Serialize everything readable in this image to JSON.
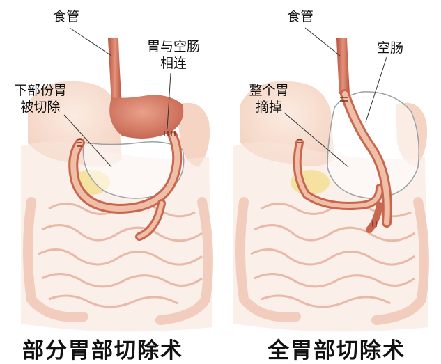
{
  "left_panel": {
    "title": "部分胃部切除术",
    "labels": {
      "esophagus": "食管",
      "anastomosis_line1": "胃与空肠",
      "anastomosis_line2": "相连",
      "resected_line1": "下部份胃",
      "resected_line2": "被切除"
    }
  },
  "right_panel": {
    "title": "全胃部切除术",
    "labels": {
      "esophagus": "食管",
      "jejunum": "空肠",
      "removed_line1": "整个胃",
      "removed_line2": "摘掉"
    }
  },
  "colors": {
    "organ_pink": "#f0bfa8",
    "organ_dark": "#c9664f",
    "intestine_fill": "#fbe3d9",
    "intestine_stroke": "#e9b8a6",
    "fat_yellow": "#f3de93",
    "outline_grey": "#9aa1a5",
    "liver_beige": "#f5d7c4"
  }
}
